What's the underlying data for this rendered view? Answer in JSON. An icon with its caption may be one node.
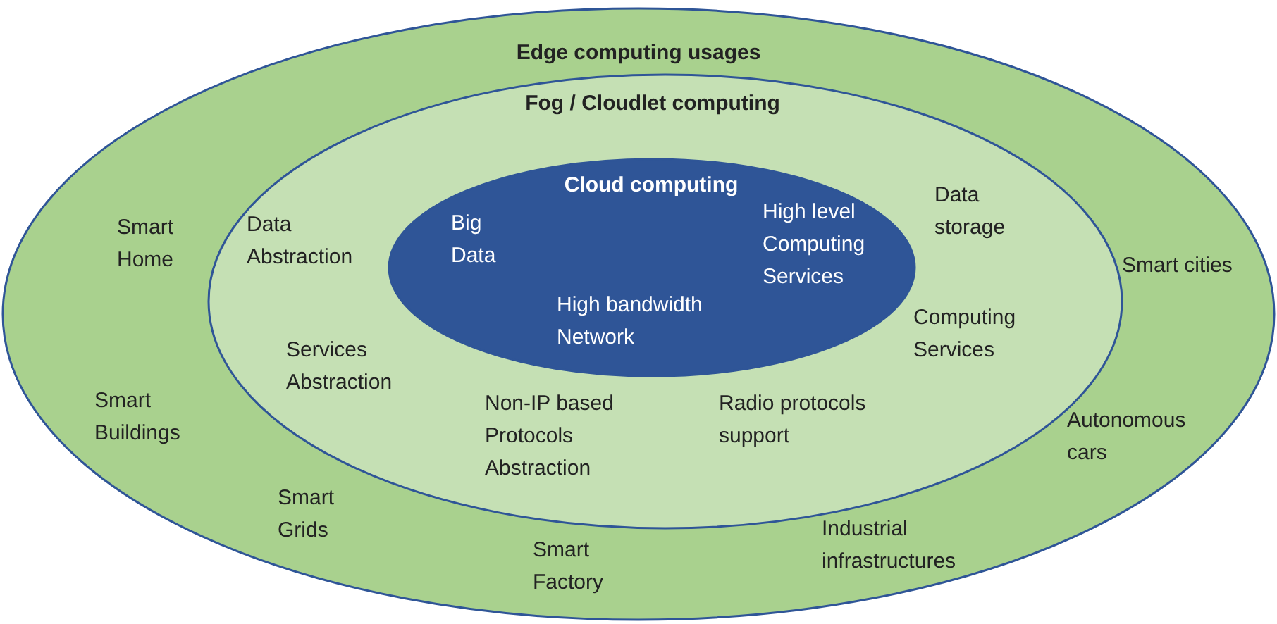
{
  "diagram": {
    "nodes": [
      {
        "text": [
          "Edge computing usages",
          "Smart Home",
          "Smart Buildings",
          "Smart Grids",
          "Smart Factory",
          "Industrial infrastructures",
          "Autonomous cars",
          "Smart cities"
        ]
      },
      {
        "text": [
          "Fog / Cloudlet computing",
          "Data Abstraction",
          "Services Abstraction",
          "Non-IP based Protocols Abstraction",
          "Radio protocols support",
          "Data storage",
          "Computing Services"
        ],
        "in": 0
      },
      {
        "text": [
          "Cloud computing",
          "Big Data",
          "High level Computing Services",
          "High bandwidth Network"
        ],
        "in": 1
      }
    ]
  }
}
